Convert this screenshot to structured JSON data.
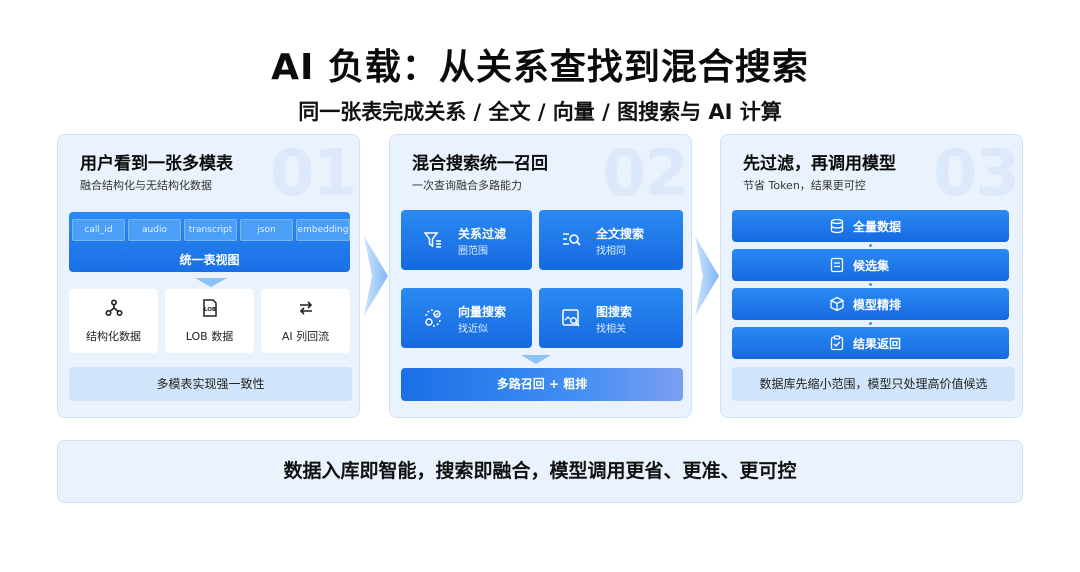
{
  "title": "AI 负载：从关系查找到混合搜索",
  "subtitle": "同一张表完成关系 / 全文 / 向量 / 图搜索与 AI 计算",
  "panels": [
    {
      "number": "01",
      "title": "用户看到一张多模表",
      "desc": "融合结构化与无结构化数据",
      "columns": [
        "call_id",
        "audio",
        "transcript",
        "json",
        "embedding"
      ],
      "unified_label": "统一表视图",
      "cards": [
        {
          "icon": "structure-icon",
          "label": "结构化数据"
        },
        {
          "icon": "lob-file-icon",
          "label": "LOB 数据"
        },
        {
          "icon": "flow-back-icon",
          "label": "AI 列回流"
        }
      ],
      "footer": "多模表实现强一致性"
    },
    {
      "number": "02",
      "title": "混合搜索统一召回",
      "desc": "一次查询融合多路能力",
      "cards": [
        {
          "icon": "filter-icon",
          "title": "关系过滤",
          "sub": "圈范围"
        },
        {
          "icon": "text-search-icon",
          "title": "全文搜索",
          "sub": "找相同"
        },
        {
          "icon": "vector-search-icon",
          "title": "向量搜索",
          "sub": "找近似"
        },
        {
          "icon": "image-search-icon",
          "title": "图搜索",
          "sub": "找相关"
        }
      ],
      "footer": "多路召回 + 粗排"
    },
    {
      "number": "03",
      "title": "先过滤，再调用模型",
      "desc": "节省 Token，结果更可控",
      "steps": [
        {
          "icon": "database-icon",
          "label": "全量数据"
        },
        {
          "icon": "candidate-icon",
          "label": "候选集"
        },
        {
          "icon": "cube-icon",
          "label": "模型精排"
        },
        {
          "icon": "checklist-icon",
          "label": "结果返回"
        }
      ],
      "footer": "数据库先缩小范围，模型只处理高价值候选"
    }
  ],
  "banner": "数据入库即智能，搜索即融合，模型调用更省、更准、更可控",
  "colors": {
    "accent": "#1a6fe6",
    "panel_bg": "#eaf3fd",
    "soft": "#d1e5fa"
  }
}
